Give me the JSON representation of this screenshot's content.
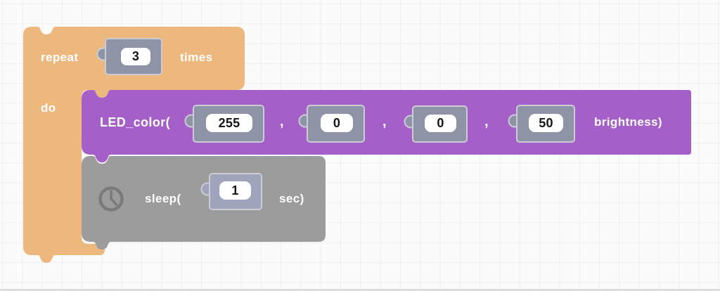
{
  "colors": {
    "background": "#fbfbfb",
    "grid_line": "#efefef",
    "repeat_block": "#edb87d",
    "led_block": "#a55fc9",
    "sleep_block": "#9c9c9c",
    "value_block": "#8e93a6",
    "sleep_value_block": "#9fa3bc",
    "value_block_border": "#cbccd6",
    "field_background": "#ffffff",
    "clock_icon": "#7a7a7a"
  },
  "blocks": {
    "repeat": {
      "keyword": "repeat",
      "count": "3",
      "suffix": "times",
      "body_label": "do"
    },
    "led_color": {
      "label": "LED_color(",
      "red": "255",
      "green": "0",
      "blue": "0",
      "brightness": "50",
      "separator": ",",
      "suffix": "brightness)"
    },
    "sleep": {
      "label": "sleep(",
      "duration": "1",
      "suffix": "sec)"
    }
  }
}
